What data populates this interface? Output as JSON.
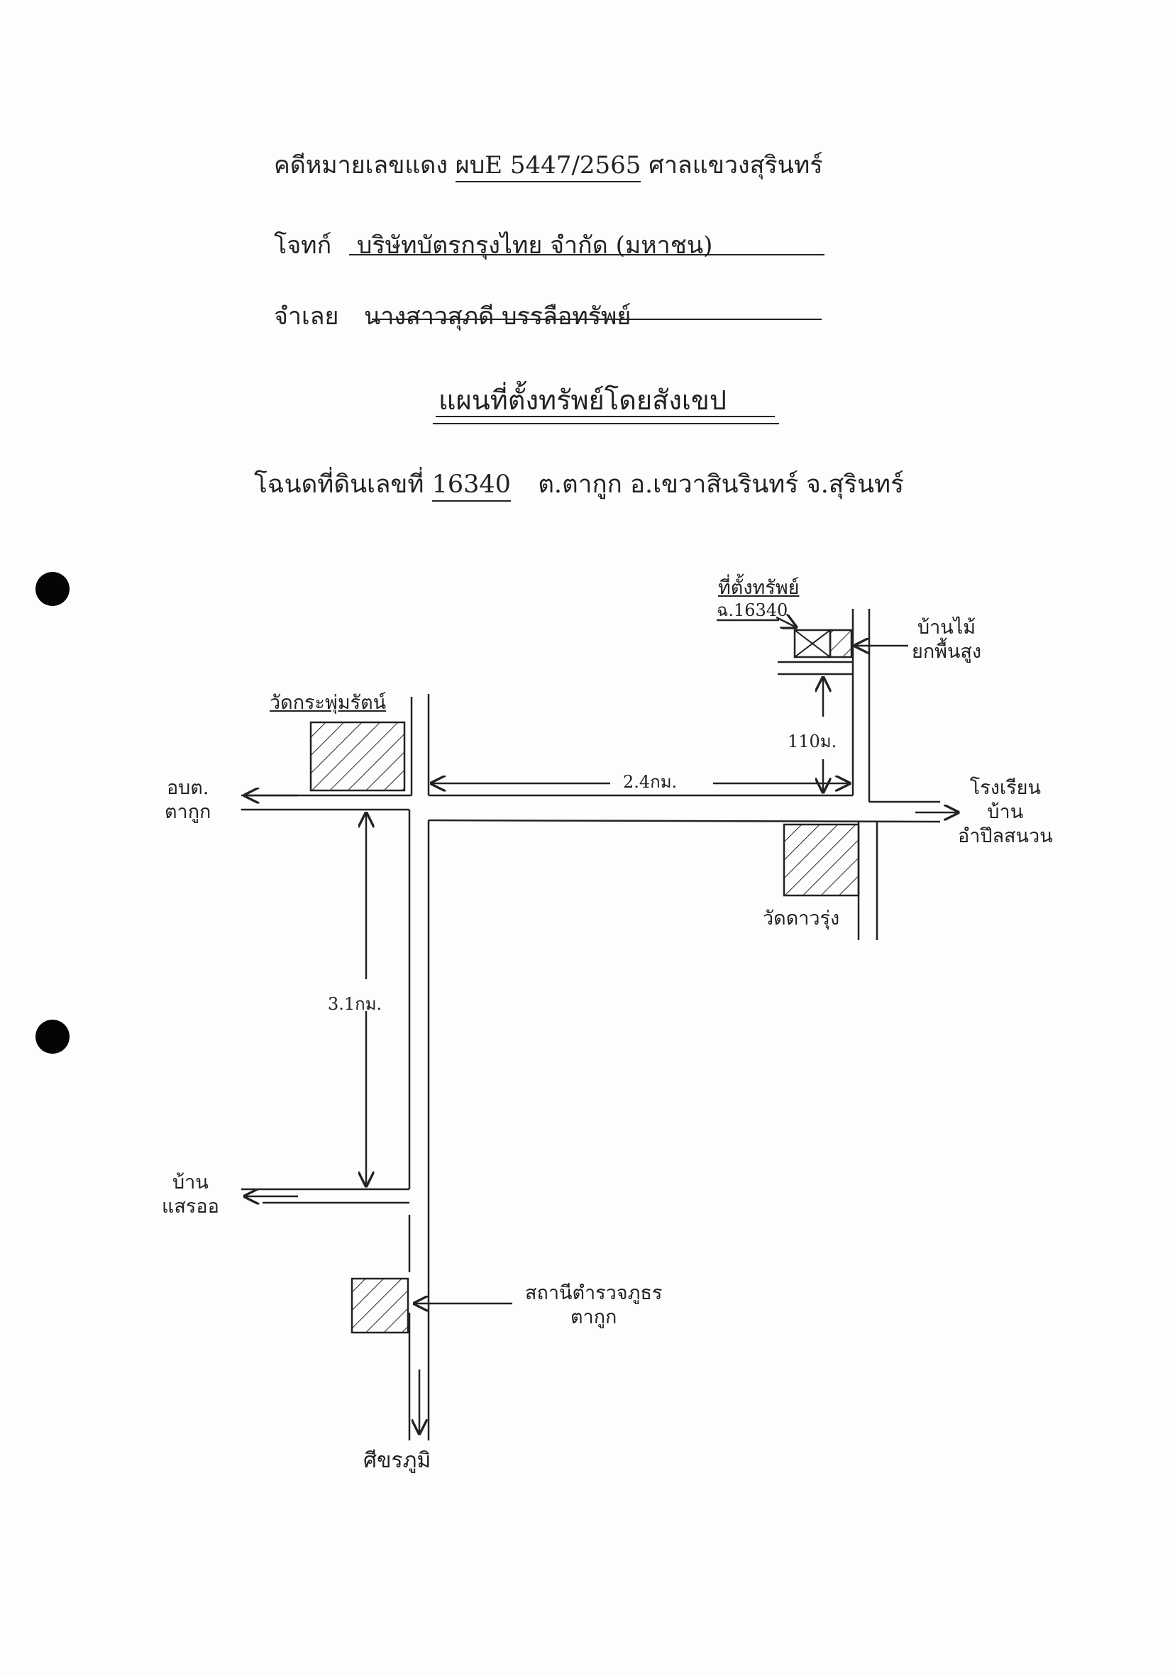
{
  "header": {
    "case_label": "คดีหมายเลขแดง",
    "case_number": "ผบE 5447/2565",
    "court": "ศาลแขวงสุรินทร์",
    "plaintiff_label": "โจทก์",
    "plaintiff": "บริษัทบัตรกรุงไทย จำกัด (มหาชน)",
    "defendant_label": "จำเลย",
    "defendant": "นางสาวสุภดี บรรลือทรัพย์",
    "title": "แผนที่ตั้งทรัพย์โดยสังเขป",
    "deed_label": "โฉนดที่ดินเลขที่",
    "deed_number": "16340",
    "deed_location": "ต.ตากูก อ.เขวาสินรินทร์ จ.สุรินทร์"
  },
  "map": {
    "property_label": "ที่ตั้งทรัพย์",
    "property_deed": "ฉ.16340",
    "house_label_1": "บ้านไม้",
    "house_label_2": "ยกพื้นสูง",
    "temple_1": "วัดกระพุ่มรัตน์",
    "temple_2": "วัดดาวรุ่ง",
    "dist_110": "110ม.",
    "dist_2_4": "2.4กม.",
    "dist_3_1": "3.1กม.",
    "left_dest_1": "อบต.",
    "left_dest_2": "ตากูก",
    "right_dest_1": "โรงเรียน",
    "right_dest_2": "บ้าน",
    "right_dest_3": "อำปึลสนวน",
    "lower_left_1": "บ้าน",
    "lower_left_2": "แสรออ",
    "health_1": "สถานีตำรวจภูธร",
    "health_2": "ตากูก",
    "bottom_dest": "ศีขรภูมิ"
  }
}
